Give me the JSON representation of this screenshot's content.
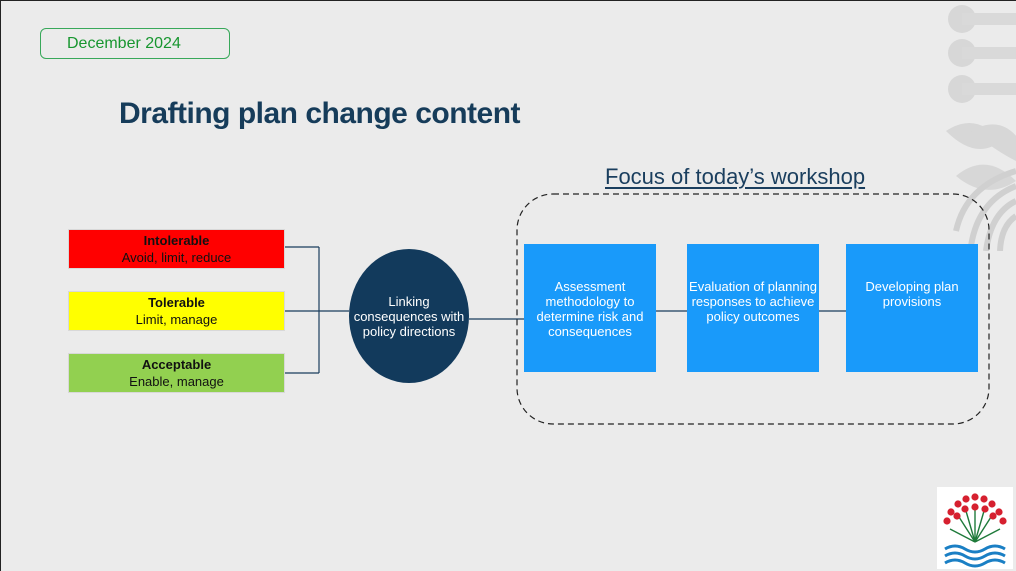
{
  "header": {
    "date": "December 2024"
  },
  "slide": {
    "title": "Drafting plan change content",
    "focus_title": "Focus of today’s workshop"
  },
  "tolerance_boxes": [
    {
      "heading": "Intolerable",
      "sub": "Avoid, limit, reduce",
      "color": "#ff0000"
    },
    {
      "heading": "Tolerable",
      "sub": "Limit, manage",
      "color": "#ffff00"
    },
    {
      "heading": "Acceptable",
      "sub": "Enable, manage",
      "color": "#92d050"
    }
  ],
  "center_circle": {
    "label": "Linking consequences with policy directions"
  },
  "process_steps": [
    {
      "label": "Assessment methodology to determine risk and consequences"
    },
    {
      "label": "Evaluation of planning responses to achieve policy outcomes"
    },
    {
      "label": "Developing plan provisions"
    }
  ],
  "colors": {
    "title": "#163c5a",
    "circle": "#123a5c",
    "step": "#199afa",
    "date": "#17962f"
  },
  "logo": {
    "icon": "pohutukawa-flower-water-logo"
  }
}
